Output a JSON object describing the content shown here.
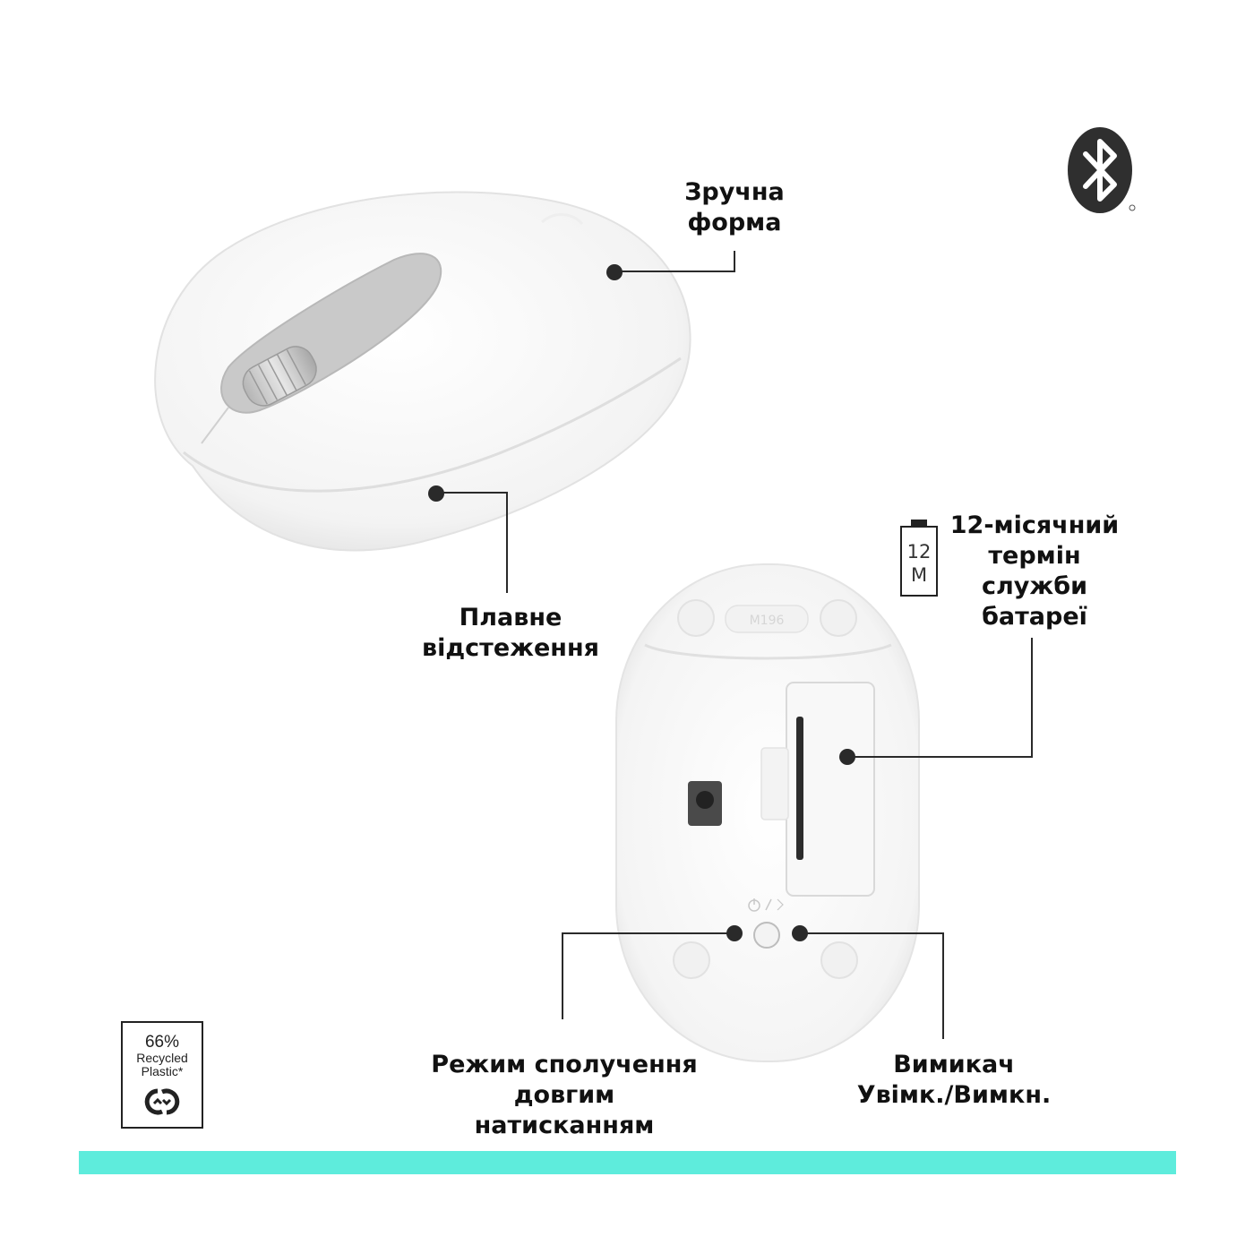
{
  "callouts": {
    "shape": [
      "Зручна",
      "форма"
    ],
    "tracking": [
      "Плавне",
      "відстеження"
    ],
    "battery": [
      "12-місячний",
      "термін",
      "служби",
      "батареї"
    ],
    "pairing": [
      "Режим сполучення",
      "довгим",
      "натисканням"
    ],
    "power": [
      "Вимикач",
      "Увімк./Вимкн."
    ]
  },
  "battery_icon": {
    "value": "12",
    "unit": "M"
  },
  "badge": {
    "percent": "66%",
    "line1": "Recycled",
    "line2": "Plastic*"
  },
  "mouse_model": "M196",
  "colors": {
    "accent_bar": "#5eecdc",
    "bluetooth_bg": "#2f2f2f",
    "callout_line": "#2a2a2a",
    "mouse_body": "#f7f7f7"
  },
  "icons": [
    "bluetooth-icon",
    "battery-icon",
    "recycle-icon",
    "power-icon"
  ]
}
